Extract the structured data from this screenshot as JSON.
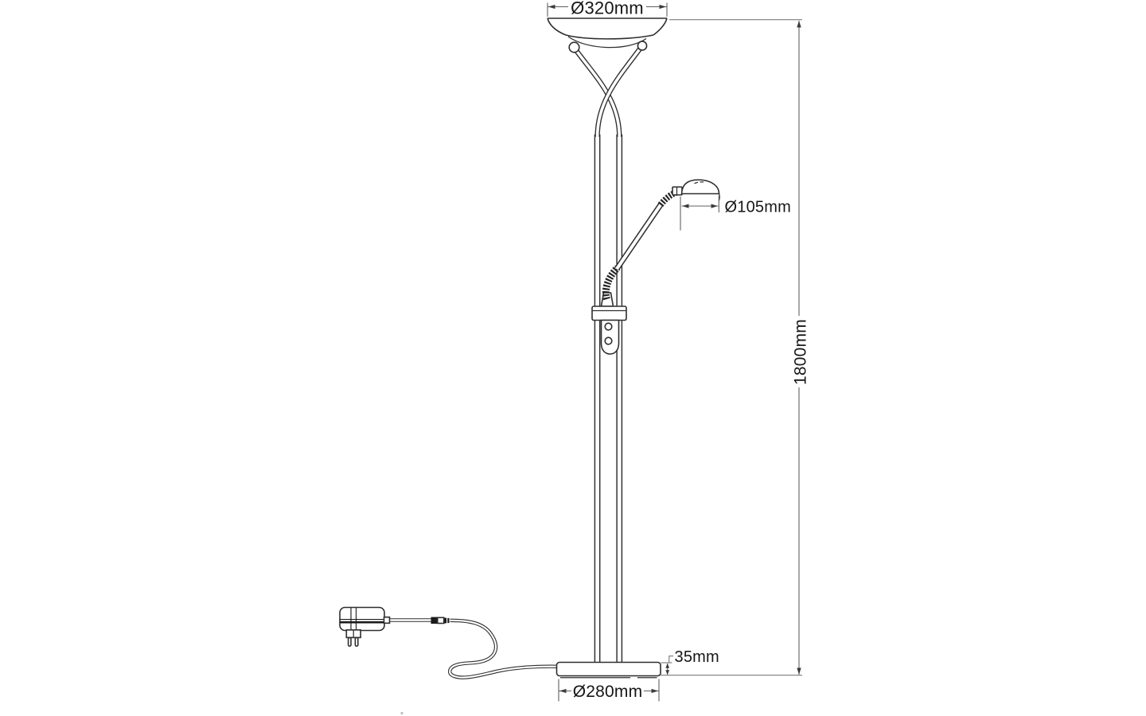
{
  "page": {
    "background": "#ffffff",
    "title": "Floor lamp technical dimension drawing"
  },
  "drawing": {
    "subject": "Uplighter floor lamp with flexible reading arm, side elevation",
    "style": "black line art on white",
    "line_color": "#2e2e2e",
    "dimension_line_color": "#606060",
    "text_color": "#161616",
    "labels": {
      "shade_diameter": "Ø320mm",
      "reading_head_diameter": "Ø105mm",
      "total_height": "1800mm",
      "base_thickness": "35mm",
      "base_diameter": "Ø280mm"
    }
  }
}
